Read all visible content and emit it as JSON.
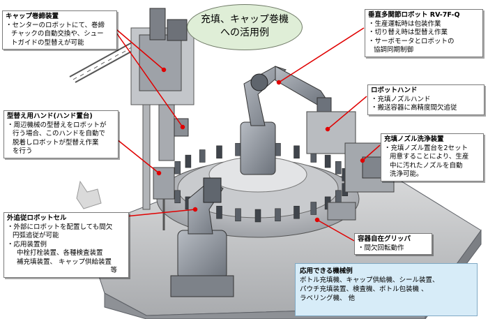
{
  "title": {
    "line1": "充填、キャップ巻機",
    "line2": "への活用例"
  },
  "callouts": {
    "cap_winder": {
      "title": "キャップ巻締装置",
      "lines": [
        "・センターのロボットにて、巻締",
        "チャックの自動交換や、シュー",
        "トガイドの型替えが可能"
      ]
    },
    "changeover_hand": {
      "title": "型替え用ハンド(ハンド置台)",
      "lines": [
        "・周辺機械の型替えをロボットが",
        "行う場合、このハンドを自動で",
        "脱着しロボットが型替え作業",
        "を行う"
      ]
    },
    "outer_robot": {
      "title": "外追従ロボットセル",
      "lines": [
        "・外部にロボットを配置しても間欠",
        "円弧追従が可能",
        "・応用装置例",
        "中栓打栓装置、各種検査装置",
        "補充填装置、 キャップ供給装置",
        "等"
      ]
    },
    "vertical_robot": {
      "title": "垂直多関節ロボット RV-7F-Q",
      "lines": [
        "・生産運転時は包装作業",
        "・切り替え時は型替え作業",
        "・サーボモータとロボットの",
        "協調同期制御"
      ]
    },
    "robot_hand": {
      "title": "ロボットハンド",
      "lines": [
        "・充填ノズルハンド",
        "・搬送容器に高精度間欠追従"
      ]
    },
    "nozzle_wash": {
      "title": "充填ノズル洗浄装置",
      "lines": [
        "・充填ノズル置台を2セット",
        "用意することにより、生産",
        "中に汚れたノズルを自動",
        "洗浄可能。"
      ]
    },
    "gripper": {
      "title": "容器自在グリッパ",
      "lines": [
        "・間欠回転動作"
      ]
    }
  },
  "applications": {
    "title": "応用できる機械例",
    "lines": [
      "ボトル充填機、キャップ供給機、シール装置、",
      "パウチ充填装置、検査機、ボトル包装機 、",
      "ラベリング機、 他"
    ]
  },
  "colors": {
    "leader": "#e00000",
    "ellipse_fill": "#dfeed7",
    "apps_fill": "#d7ecf8",
    "machine_gray": "#8c9096"
  }
}
